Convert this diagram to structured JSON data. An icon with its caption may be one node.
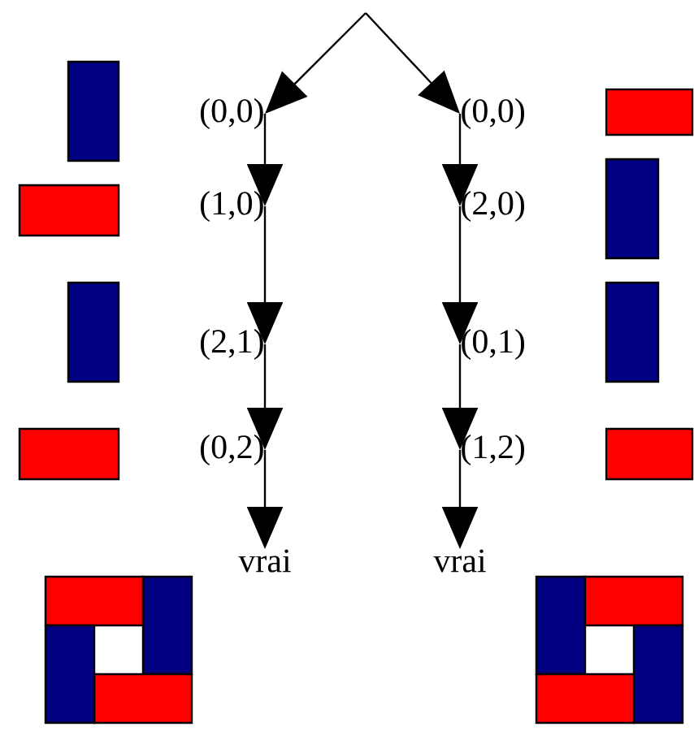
{
  "diagram": {
    "nodes": [
      {
        "text": [
          "(0,0)"
        ]
      },
      {
        "text": [
          "(1,0)"
        ]
      },
      {
        "text": [
          "(2,1)"
        ]
      },
      {
        "text": [
          "(0,2)"
        ]
      },
      {
        "text": [
          "vrai"
        ]
      },
      {
        "text": [
          "(0,0)"
        ]
      },
      {
        "text": [
          "(2,0)"
        ]
      },
      {
        "text": [
          "(0,1)"
        ]
      },
      {
        "text": [
          "(1,2)"
        ]
      },
      {
        "text": [
          "vrai"
        ]
      }
    ],
    "edges": [
      {
        "from": null,
        "to": 0,
        "arrow": "to"
      },
      {
        "from": 0,
        "to": 1,
        "arrow": "to"
      },
      {
        "from": 1,
        "to": 2,
        "arrow": "to"
      },
      {
        "from": 2,
        "to": 3,
        "arrow": "to"
      },
      {
        "from": 3,
        "to": 4,
        "arrow": "to"
      },
      {
        "from": null,
        "to": 5,
        "arrow": "to"
      },
      {
        "from": 5,
        "to": 6,
        "arrow": "to"
      },
      {
        "from": 6,
        "to": 7,
        "arrow": "to"
      },
      {
        "from": 7,
        "to": 8,
        "arrow": "to"
      },
      {
        "from": 8,
        "to": 9,
        "arrow": "to"
      }
    ]
  }
}
